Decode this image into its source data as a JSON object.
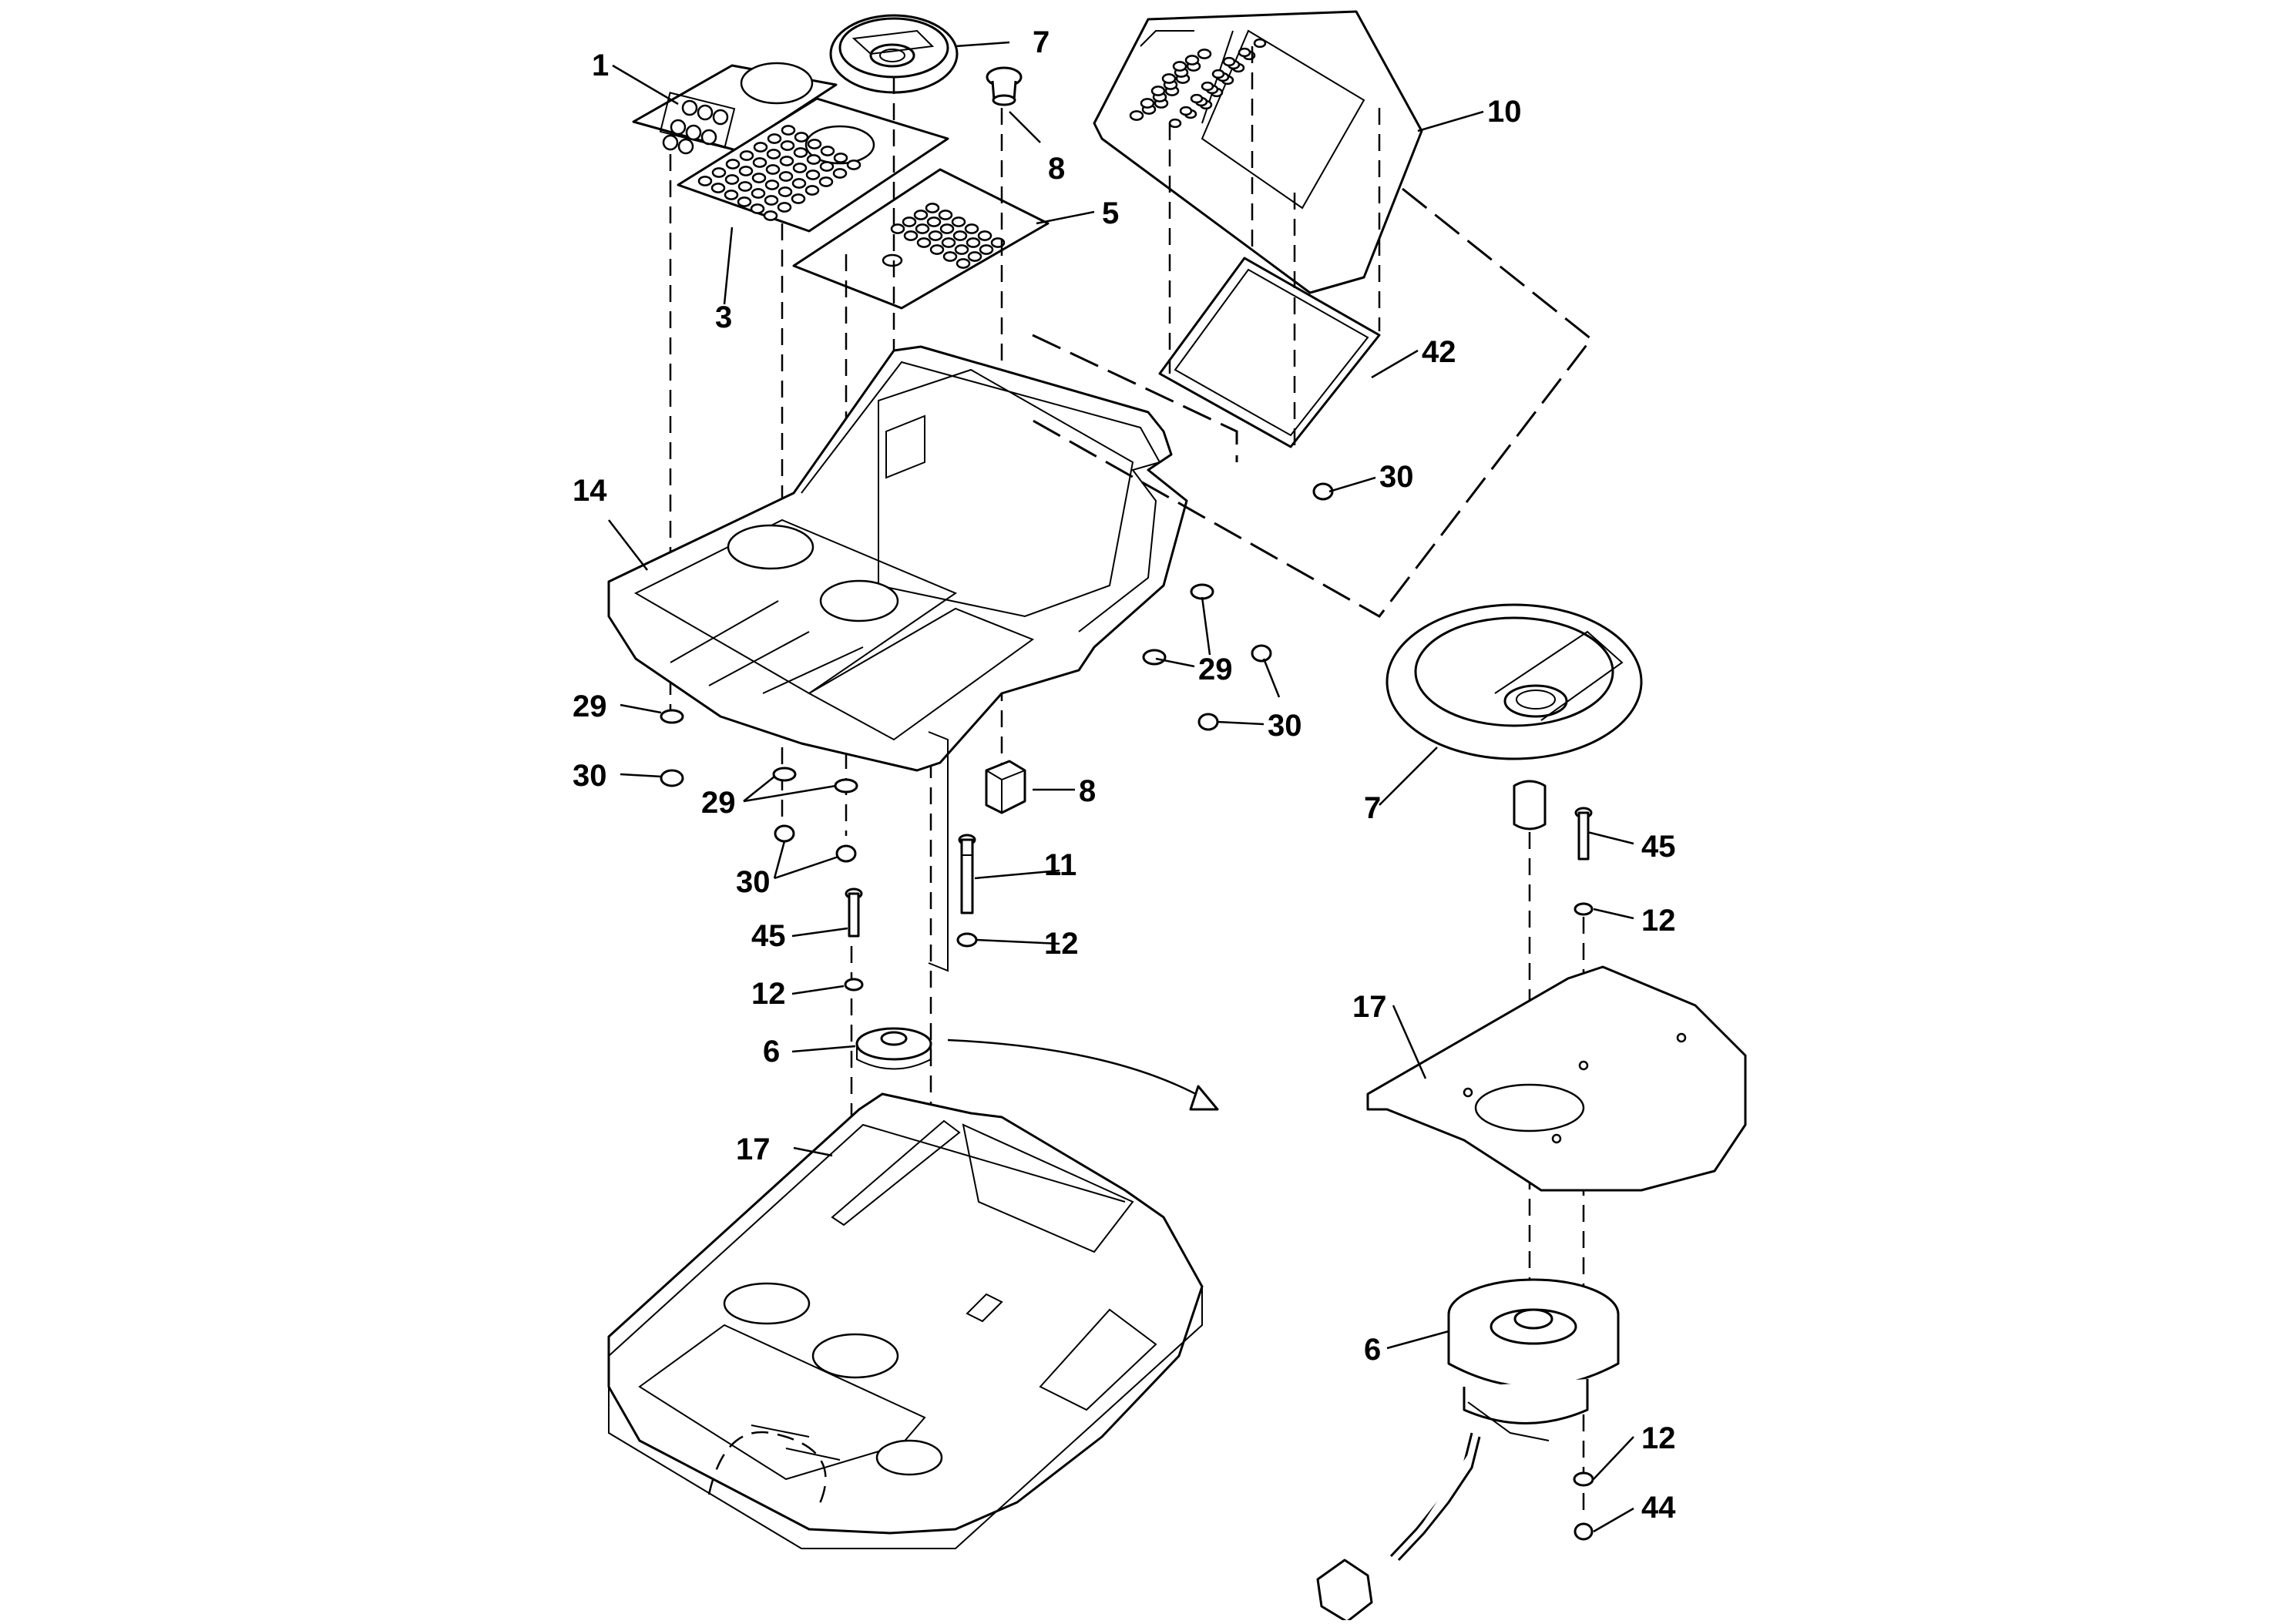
{
  "callouts": {
    "c1": "1",
    "c3": "3",
    "c5": "5",
    "c6a": "6",
    "c6b": "6",
    "c7a": "7",
    "c7b": "7",
    "c8a": "8",
    "c8b": "8",
    "c10": "10",
    "c11": "11",
    "c12a": "12",
    "c12b": "12",
    "c12c": "12",
    "c12d": "12",
    "c14": "14",
    "c17a": "17",
    "c17b": "17",
    "c29a": "29",
    "c29b": "29",
    "c29c": "29",
    "c30a": "30",
    "c30b": "30",
    "c30c": "30",
    "c30d": "30",
    "c42": "42",
    "c44": "44",
    "c45a": "45",
    "c45b": "45"
  },
  "colors": {
    "line": "#000000",
    "background": "#ffffff"
  }
}
